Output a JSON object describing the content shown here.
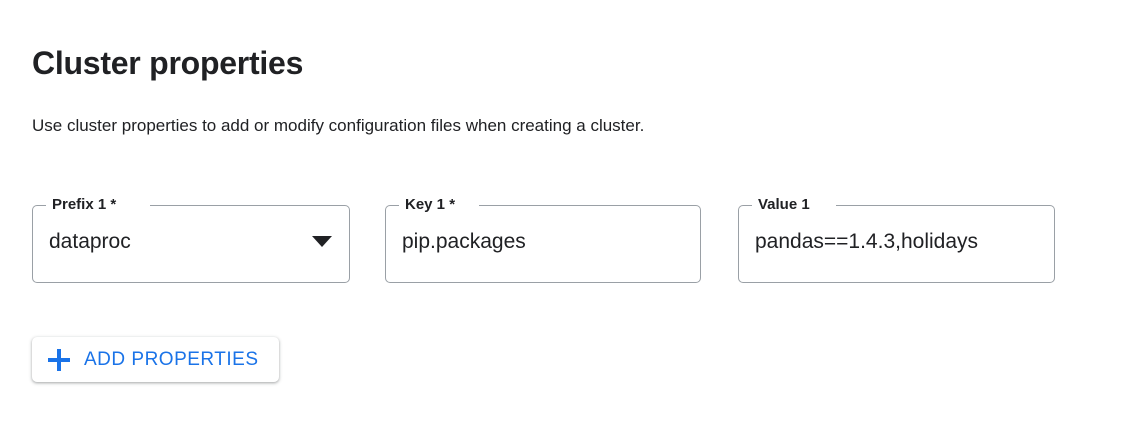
{
  "section": {
    "title": "Cluster properties",
    "description": "Use cluster properties to add or modify configuration files when creating a cluster."
  },
  "fields": [
    {
      "name": "prefix",
      "label": "Prefix 1 *",
      "value": "dataproc",
      "control": "select",
      "icon": "chevron-down-icon"
    },
    {
      "name": "key",
      "label": "Key 1 *",
      "value": "pip.packages",
      "control": "text"
    },
    {
      "name": "value",
      "label": "Value 1",
      "value": "pandas==1.4.3,holidays",
      "control": "text"
    }
  ],
  "actions": {
    "add_properties_label": "ADD PROPERTIES",
    "add_properties_icon": "plus-icon"
  },
  "colors": {
    "accent": "#1a73e8",
    "text": "#202124",
    "border": "#9aa0a6",
    "background": "#ffffff"
  }
}
